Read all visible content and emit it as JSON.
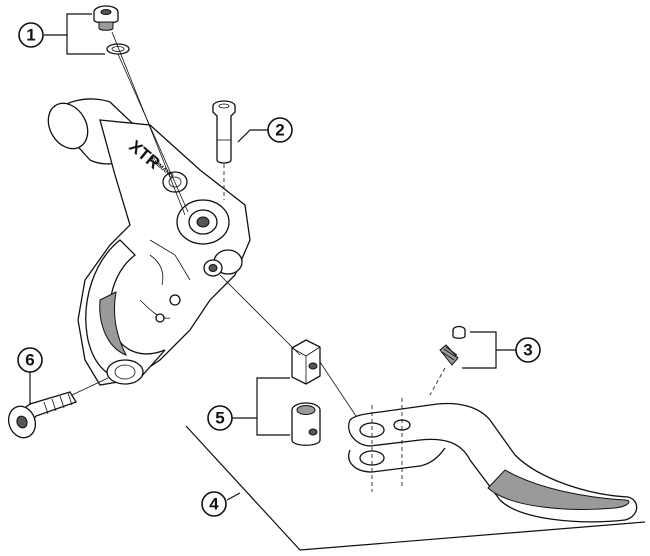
{
  "callouts": {
    "c1": "1",
    "c2": "2",
    "c3": "3",
    "c4": "4",
    "c5": "5",
    "c6": "6"
  },
  "brand": {
    "model": "XTR",
    "maker": "SHIMANO"
  }
}
